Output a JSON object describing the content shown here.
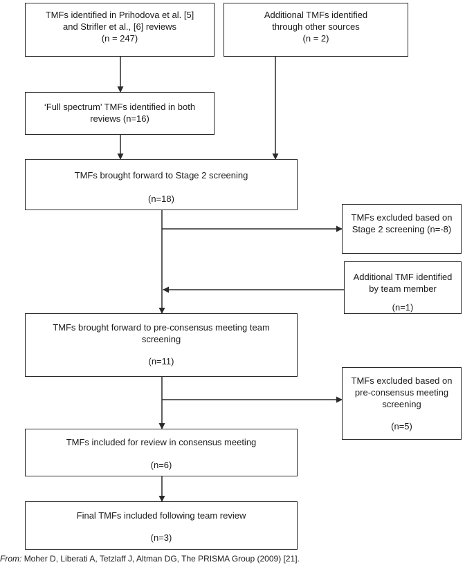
{
  "boxes": {
    "source_reviews": {
      "line1": "TMFs identified in Prihodova et al. [5]",
      "line2": "and Strifler et al., [6] reviews",
      "line3": "(n = 247)"
    },
    "other_sources": {
      "line1": "Additional TMFs identified",
      "line2": "through other sources",
      "line3": "(n = 2)"
    },
    "full_spectrum": {
      "line1": "‘Full spectrum’ TMFs identified in both",
      "line2": "reviews (n=16)"
    },
    "stage2": {
      "line1": "TMFs brought forward to Stage 2 screening",
      "line2": "(n=18)"
    },
    "excluded_stage2": {
      "line1": "TMFs excluded based on",
      "line2": "Stage 2 screening (n=-8)"
    },
    "team_member": {
      "line1": "Additional TMF identified",
      "line2": "by team member",
      "line3": "(n=1)"
    },
    "pre_consensus": {
      "line1": "TMFs brought forward to pre-consensus meeting team",
      "line2": "screening",
      "line3": "(n=11)"
    },
    "excluded_pre_consensus": {
      "line1": "TMFs excluded based on",
      "line2": "pre-consensus meeting",
      "line3": "screening",
      "line4": "(n=5)"
    },
    "consensus": {
      "line1": "TMFs included for review in consensus meeting",
      "line2": "(n=6)"
    },
    "final": {
      "line1": "Final TMFs included following team review",
      "line2": "(n=3)"
    }
  },
  "source": {
    "label": "From:",
    "text": "Moher D, Liberati A, Tetzlaff J, Altman DG, The PRISMA Group (2009) [21]."
  }
}
